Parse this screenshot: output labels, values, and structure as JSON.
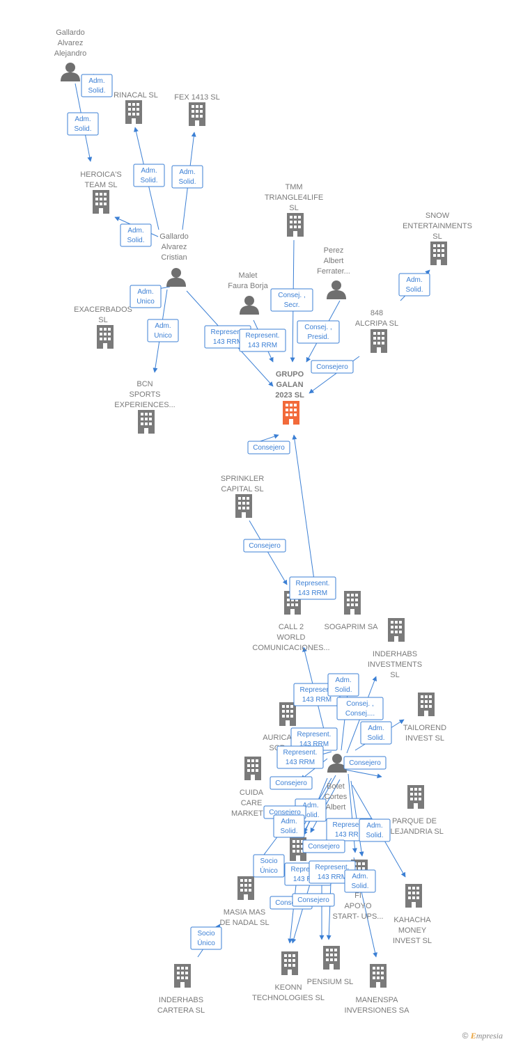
{
  "colors": {
    "company": "#7a7a7a",
    "focus": "#f26a3a",
    "person": "#6f6f6f",
    "edge": "#3b7fd4"
  },
  "icons": {
    "company": "building-icon",
    "person": "person-icon",
    "copyright": "copyright-icon"
  },
  "nodes": [
    {
      "id": "gallardo_alejandro",
      "type": "person",
      "label": [
        "Gallardo",
        "Alvarez",
        "Alejandro"
      ]
    },
    {
      "id": "rinacal",
      "type": "company",
      "label": [
        "RINACAL  SL"
      ]
    },
    {
      "id": "fex1413",
      "type": "company",
      "label": [
        "FEX 1413  SL"
      ]
    },
    {
      "id": "heroicas",
      "type": "company",
      "label": [
        "HEROICA'S",
        "TEAM  SL"
      ]
    },
    {
      "id": "gallardo_cristian",
      "type": "person",
      "label": [
        "Gallardo",
        "Alvarez",
        "Cristian"
      ]
    },
    {
      "id": "tmm",
      "type": "company",
      "label": [
        "TMM",
        "TRIANGLE4LIFE",
        "SL"
      ]
    },
    {
      "id": "snow",
      "type": "company",
      "label": [
        "SNOW",
        "ENTERTAINMENTS",
        "SL"
      ]
    },
    {
      "id": "perez",
      "type": "person",
      "label": [
        "Perez",
        "Albert",
        "Ferrater..."
      ]
    },
    {
      "id": "malet",
      "type": "person",
      "label": [
        "Malet",
        "Faura Borja"
      ]
    },
    {
      "id": "exacerbados",
      "type": "company",
      "label": [
        "EXACERBADOS",
        "SL"
      ]
    },
    {
      "id": "alcripa",
      "type": "company",
      "label": [
        "848",
        "ALCRIPA  SL"
      ]
    },
    {
      "id": "grupo_galan",
      "type": "focus",
      "label": [
        "GRUPO",
        "GALAN",
        "2023  SL"
      ]
    },
    {
      "id": "bcn",
      "type": "company",
      "label": [
        "BCN",
        "SPORTS",
        "EXPERIENCES..."
      ]
    },
    {
      "id": "sprinkler",
      "type": "company",
      "label": [
        "SPRINKLER",
        "CAPITAL  SL"
      ]
    },
    {
      "id": "call2",
      "type": "company",
      "label": [
        "CALL 2",
        "WORLD",
        "COMUNICACIONES..."
      ]
    },
    {
      "id": "sogaprim",
      "type": "company",
      "label": [
        "SOGAPRIM SA"
      ]
    },
    {
      "id": "inderhabs_inv",
      "type": "company",
      "label": [
        "INDERHABS",
        "INVESTMENTS",
        "SL"
      ]
    },
    {
      "id": "tailorend",
      "type": "company",
      "label": [
        "TAILOREND",
        "INVEST  SL"
      ]
    },
    {
      "id": "aurica",
      "type": "company",
      "label": [
        "AURICA",
        "SCR"
      ]
    },
    {
      "id": "cuida",
      "type": "company",
      "label": [
        "CUIDA",
        "CARE",
        "MARKETI..."
      ]
    },
    {
      "id": "botet",
      "type": "person",
      "label": [
        "Botet",
        "Cortes",
        "Albert"
      ]
    },
    {
      "id": "parque",
      "type": "company",
      "label": [
        "PARQUE DE",
        "ALEJANDRIA SL"
      ]
    },
    {
      "id": "mid_co",
      "type": "company",
      "label": []
    },
    {
      "id": "fi_apoyo",
      "type": "company",
      "label": [
        "FI",
        "APOYO",
        "START- UPS..."
      ]
    },
    {
      "id": "kahacha",
      "type": "company",
      "label": [
        "KAHACHA",
        "MONEY",
        "INVEST  SL"
      ]
    },
    {
      "id": "masia",
      "type": "company",
      "label": [
        "MASIA MAS",
        "DE NADAL  SL"
      ]
    },
    {
      "id": "keonn",
      "type": "company",
      "label": [
        "KEONN",
        "TECHNOLOGIES SL"
      ]
    },
    {
      "id": "pensium",
      "type": "company",
      "label": [
        "PENSIUM  SL"
      ]
    },
    {
      "id": "manenspa",
      "type": "company",
      "label": [
        "MANENSPA",
        "INVERSIONES SA"
      ]
    },
    {
      "id": "inderhabs_cartera",
      "type": "company",
      "label": [
        "INDERHABS",
        "CARTERA  SL"
      ]
    }
  ],
  "edges": [
    {
      "label": [
        "Adm.",
        "Solid."
      ]
    },
    {
      "label": [
        "Adm.",
        "Solid."
      ]
    },
    {
      "label": [
        "Adm.",
        "Solid."
      ]
    },
    {
      "label": [
        "Adm.",
        "Solid."
      ]
    },
    {
      "label": [
        "Adm.",
        "Solid."
      ]
    },
    {
      "label": [
        "Adm.",
        "Unico"
      ]
    },
    {
      "label": [
        "Adm.",
        "Unico"
      ]
    },
    {
      "label": [
        "Represent.",
        "143 RRM"
      ]
    },
    {
      "label": [
        "Represent.",
        "143 RRM"
      ]
    },
    {
      "label": [
        "Consej. ,",
        "Secr."
      ]
    },
    {
      "label": [
        "Consej. ,",
        "Presid."
      ]
    },
    {
      "label": [
        "Consejero"
      ]
    },
    {
      "label": [
        "Adm.",
        "Solid."
      ]
    },
    {
      "label": [
        "Consejero"
      ]
    },
    {
      "label": [
        "Consejero"
      ]
    },
    {
      "label": [
        "Represent.",
        "143 RRM"
      ]
    },
    {
      "label": [
        "Represent.",
        "143 RRM"
      ]
    },
    {
      "label": [
        "Adm.",
        "Solid."
      ]
    },
    {
      "label": [
        "Consej. ,",
        "Consej...."
      ]
    },
    {
      "label": [
        "Adm.",
        "Solid."
      ]
    },
    {
      "label": [
        "Represent.",
        "143 RRM"
      ]
    },
    {
      "label": [
        "Represent.",
        "143 RRM"
      ]
    },
    {
      "label": [
        "Consejero"
      ]
    },
    {
      "label": [
        "Consejero"
      ]
    },
    {
      "label": [
        "Adm.",
        "Solid."
      ]
    },
    {
      "label": [
        "Consejero"
      ]
    },
    {
      "label": [
        "Adm.",
        "Solid."
      ]
    },
    {
      "label": [
        "Represent.",
        "143 RRM"
      ]
    },
    {
      "label": [
        "Adm.",
        "Solid."
      ]
    },
    {
      "label": [
        "Consejero"
      ]
    },
    {
      "label": [
        "Socio",
        "Único"
      ]
    },
    {
      "label": [
        "Represent.",
        "143 RRM"
      ]
    },
    {
      "label": [
        "Represent.",
        "143 RRM"
      ]
    },
    {
      "label": [
        "Adm.",
        "Solid."
      ]
    },
    {
      "label": [
        "Consejero"
      ]
    },
    {
      "label": [
        "Consejero"
      ]
    },
    {
      "label": [
        "Socio",
        "Único"
      ]
    }
  ],
  "footer": {
    "copyright": "©",
    "brand_first": "E",
    "brand_rest": "mpresia"
  }
}
